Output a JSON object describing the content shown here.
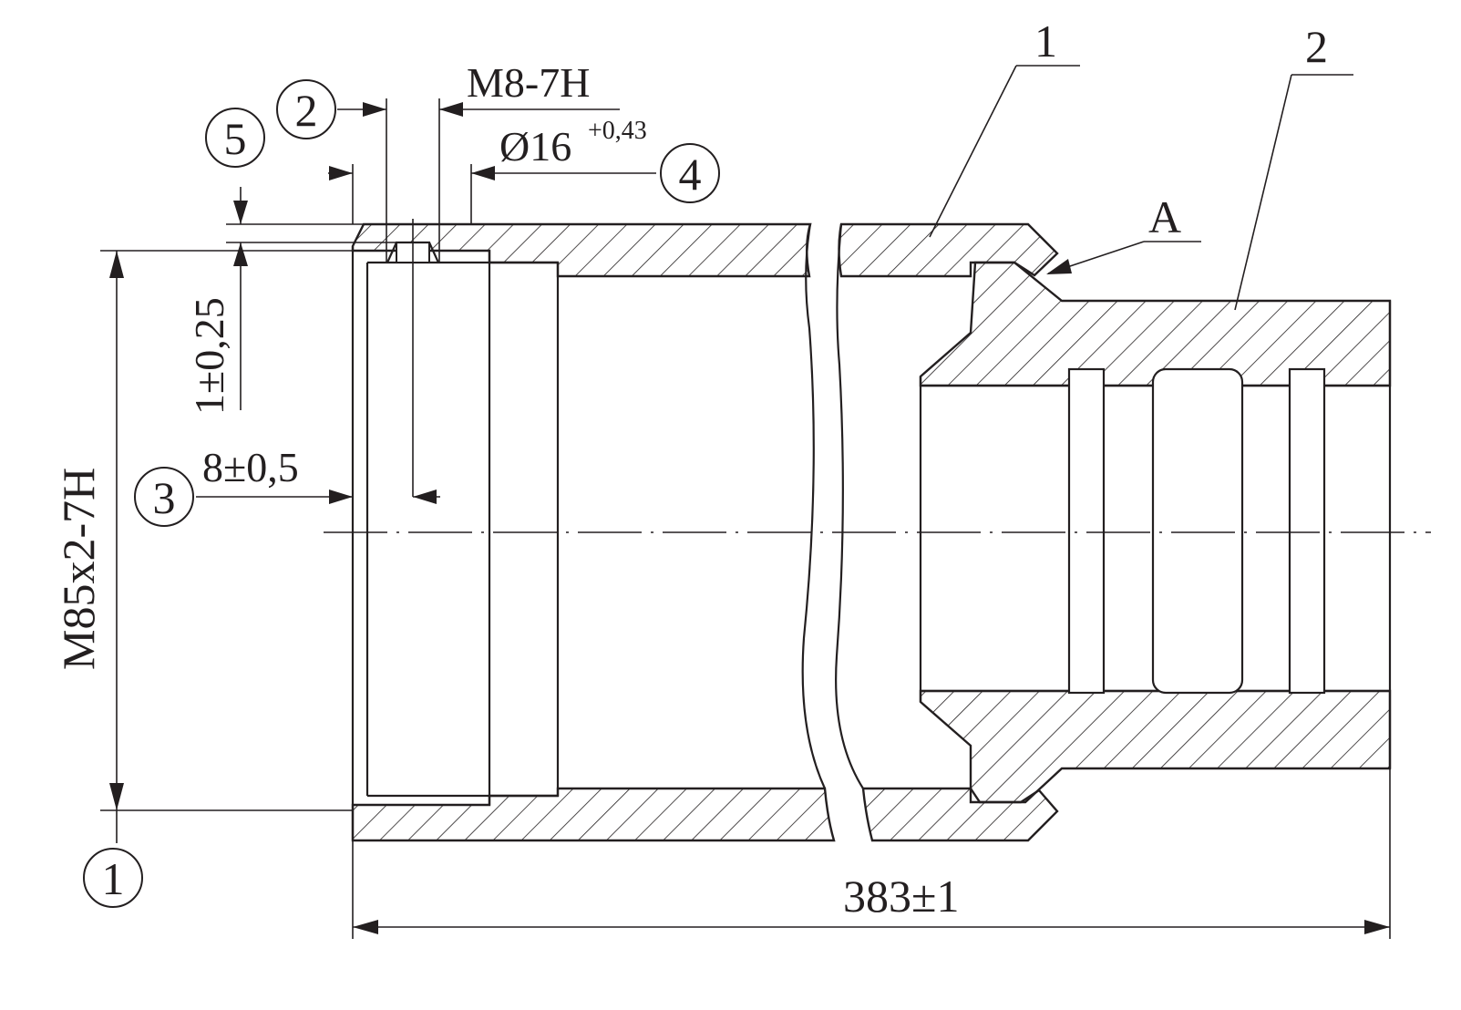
{
  "labels": {
    "thread_main": "M85x2-7H",
    "thread_small": "M8-7H",
    "diameter": "Ø16",
    "diameter_tol": "+0,43",
    "depth": "1±0,25",
    "offset": "8±0,5",
    "length": "383±1",
    "detail_a": "A"
  },
  "balloons": {
    "b1": "1",
    "b2": "2",
    "b3": "3",
    "b4": "4",
    "b5": "5"
  },
  "parts": {
    "p1": "1",
    "p2": "2"
  }
}
